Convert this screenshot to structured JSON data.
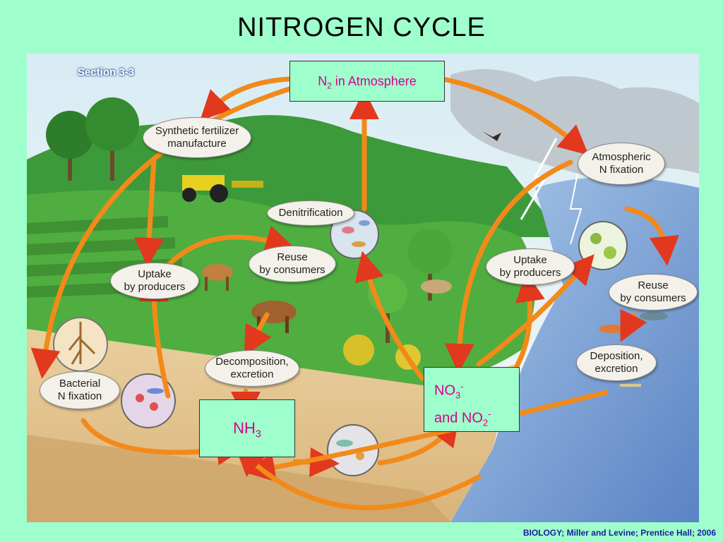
{
  "title": "NITROGEN CYCLE",
  "section": "Section 3-3",
  "credit": "BIOLOGY; Miller and Levine; Prentice Hall; 2006",
  "boxes": {
    "atmosphere": {
      "prefix": "N",
      "sub": "2",
      "suffix": " in Atmosphere"
    },
    "nh3": {
      "prefix": "NH",
      "sub": "3"
    },
    "no3": {
      "line1_prefix": "NO",
      "line1_sub": "3",
      "line1_sup": "-",
      "line2_prefix": "and NO",
      "line2_sub": "2",
      "line2_sup": "-"
    }
  },
  "labels": {
    "synthetic_fertilizer": "Synthetic fertilizer\nmanufacture",
    "atmospheric_fixation": "Atmospheric\nN fixation",
    "denitrification": "Denitrification",
    "reuse_land": "Reuse\nby consumers",
    "uptake_land": "Uptake\nby producers",
    "uptake_water": "Uptake\nby producers",
    "reuse_water": "Reuse\nby consumers",
    "decomposition": "Decomposition,\nexcretion",
    "deposition": "Deposition,\nexcretion",
    "bacterial_fixation": "Bacterial\nN fixation"
  },
  "colors": {
    "background": "#9fffcc",
    "box_text": "#d6008a",
    "arrow": "#f28a1a",
    "arrow_red": "#e2381e",
    "credit": "#1a1aa0"
  }
}
